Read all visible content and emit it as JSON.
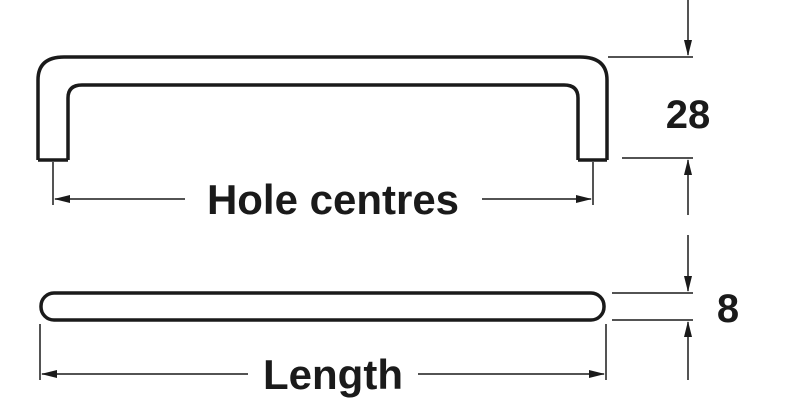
{
  "diagram": {
    "labels": {
      "hole_centres": "Hole centres",
      "length": "Length",
      "height": "28",
      "thickness": "8"
    },
    "colors": {
      "line": "#1a1a1a",
      "background": "#ffffff"
    }
  }
}
